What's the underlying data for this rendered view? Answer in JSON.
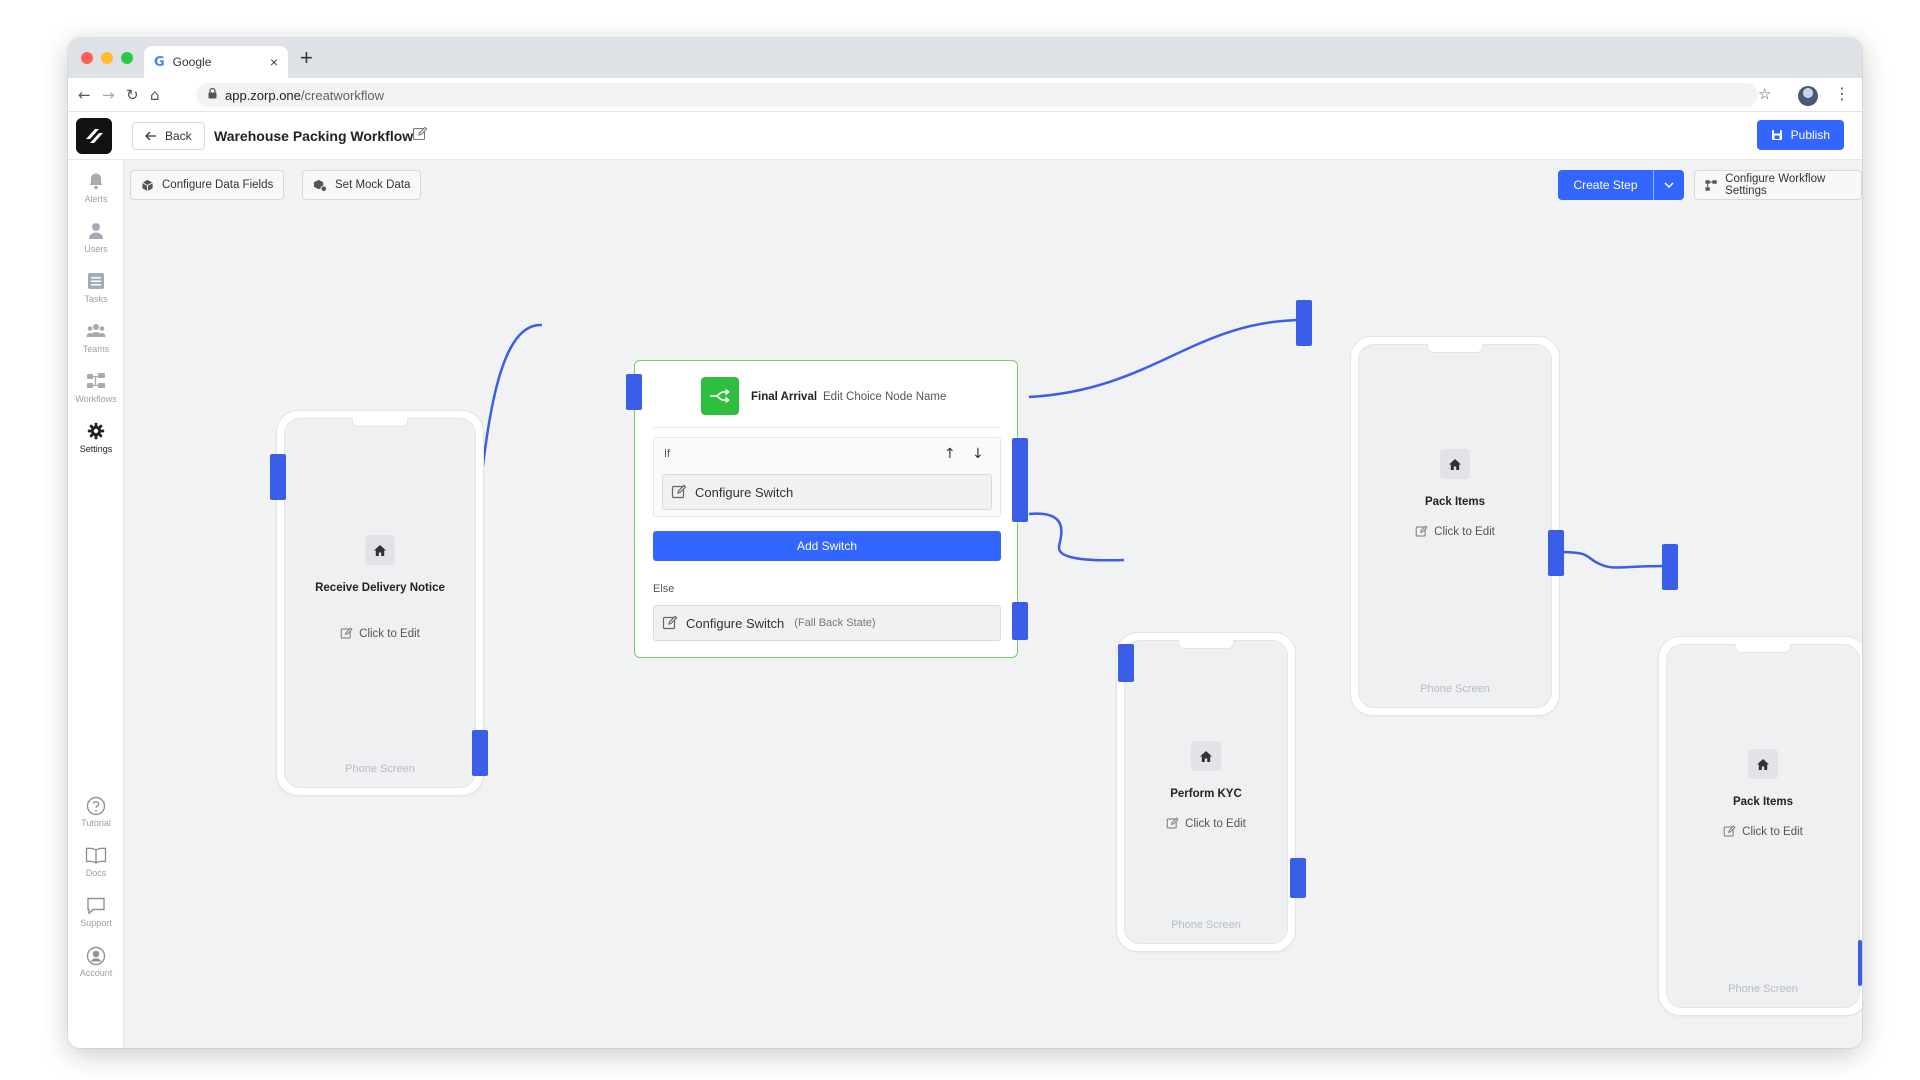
{
  "browser": {
    "tab_title": "Google",
    "tab_close": "×",
    "new_tab": "+",
    "url_host": "app.zorp.one",
    "url_path": "/creatworkflow"
  },
  "header": {
    "back_label": "Back",
    "title": "Warehouse Packing Workflow",
    "publish_label": "Publish"
  },
  "sidebar": {
    "items": [
      {
        "label": "Alerts",
        "icon": "bell-icon"
      },
      {
        "label": "Users",
        "icon": "user-icon"
      },
      {
        "label": "Tasks",
        "icon": "list-icon"
      },
      {
        "label": "Teams",
        "icon": "team-icon"
      },
      {
        "label": "Workflows",
        "icon": "workflow-icon"
      },
      {
        "label": "Settings",
        "icon": "gear-icon",
        "active": true
      }
    ],
    "bottom_items": [
      {
        "label": "Tutorial",
        "icon": "help-icon"
      },
      {
        "label": "Docs",
        "icon": "book-icon"
      },
      {
        "label": "Support",
        "icon": "chat-icon"
      },
      {
        "label": "Account",
        "icon": "account-icon"
      }
    ]
  },
  "toolbar": {
    "configure_data_fields": "Configure Data Fields",
    "set_mock_data": "Set Mock Data",
    "create_step": "Create Step",
    "configure_workflow_settings": "Configure Workflow Settings"
  },
  "nodes": {
    "receive": {
      "name": "Receive Delivery Notice",
      "edit": "Click to Edit",
      "screen": "Phone Screen"
    },
    "kyc": {
      "name": "Perform KYC",
      "edit": "Click to Edit",
      "screen": "Phone Screen"
    },
    "pack1": {
      "name": "Pack Items",
      "edit": "Click to Edit",
      "screen": "Phone Screen"
    },
    "pack2": {
      "name": "Pack Items",
      "edit": "Click to Edit",
      "screen": "Phone Screen"
    }
  },
  "choice": {
    "name": "Final Arrival",
    "edit_name": "Edit Choice Node Name",
    "if_label": "If",
    "configure_switch": "Configure Switch",
    "add_switch": "Add Switch",
    "else_label": "Else",
    "fallback_label": "(Fall Back State)"
  },
  "colors": {
    "accent": "#3366ff",
    "handle": "#3a5ee8",
    "choice_border": "#6fd06a",
    "choice_icon": "#2fbf3f"
  }
}
